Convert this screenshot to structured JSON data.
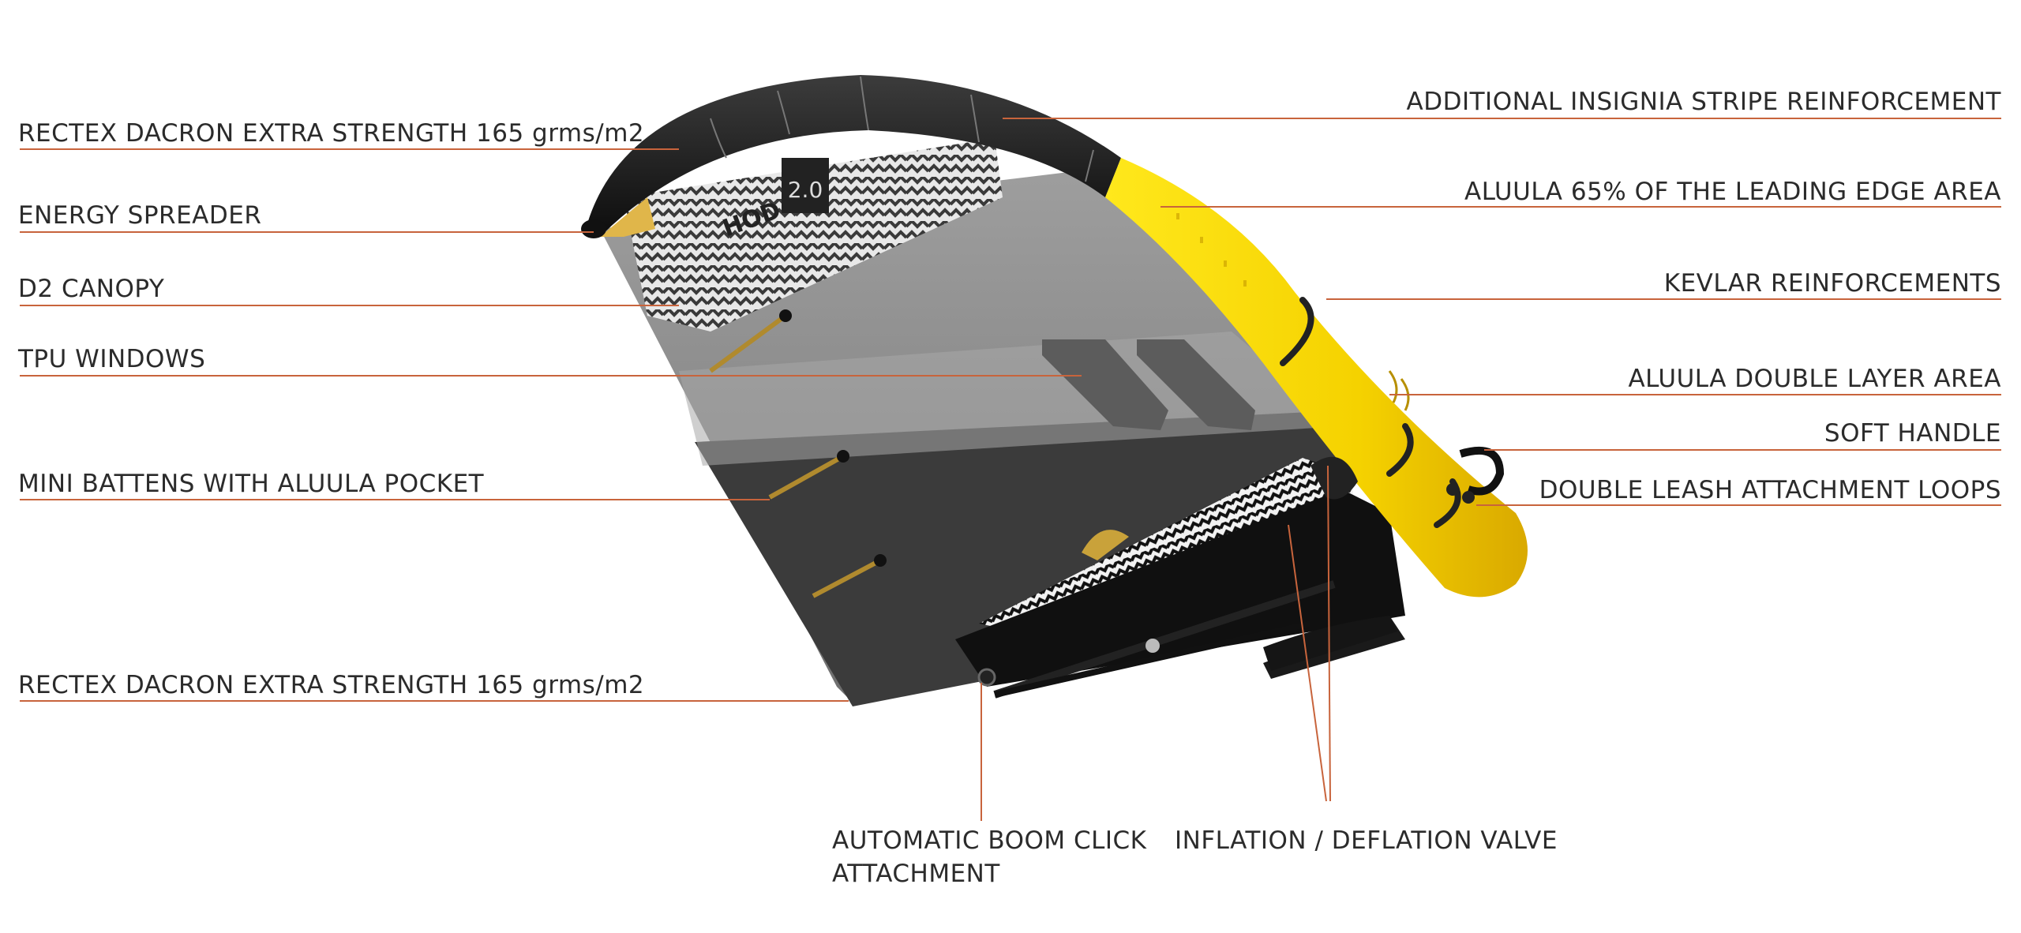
{
  "accent_color": "#c8643c",
  "callouts_left": [
    {
      "id": "rectex-top",
      "text": "RECTEX DACRON EXTRA STRENGTH 165 grms/m2"
    },
    {
      "id": "energy-spreader",
      "text": "ENERGY SPREADER"
    },
    {
      "id": "d2-canopy",
      "text": "D2 CANOPY"
    },
    {
      "id": "tpu-windows",
      "text": "TPU WINDOWS"
    },
    {
      "id": "mini-battens",
      "text": "MINI BATTENS WITH ALUULA POCKET"
    },
    {
      "id": "rectex-bottom",
      "text": "RECTEX DACRON EXTRA STRENGTH 165 grms/m2"
    }
  ],
  "callouts_right": [
    {
      "id": "insignia-stripe",
      "text": "ADDITIONAL INSIGNIA STRIPE REINFORCEMENT"
    },
    {
      "id": "aluula-65",
      "text": "ALUULA 65% OF THE LEADING EDGE AREA"
    },
    {
      "id": "kevlar",
      "text": "KEVLAR REINFORCEMENTS"
    },
    {
      "id": "aluula-double",
      "text": "ALUULA DOUBLE LAYER AREA"
    },
    {
      "id": "soft-handle",
      "text": "SOFT HANDLE"
    },
    {
      "id": "leash-loops",
      "text": "DOUBLE LEASH ATTACHMENT LOOPS"
    }
  ],
  "callouts_bottom": [
    {
      "id": "boom-click",
      "text": "AUTOMATIC BOOM CLICK\nATTACHMENT"
    },
    {
      "id": "valve",
      "text": "INFLATION / DEFLATION VALVE"
    }
  ],
  "wing": {
    "logo_text": "HOD",
    "size_text": "2.0",
    "colors": {
      "leading_edge_black": "#1c1c1c",
      "leading_edge_yellow": "#f7d708",
      "canopy_dark": "#3a3a3a",
      "canopy_mid": "#8c8c8c",
      "canopy_light": "#a9a9a9",
      "window": "#5e5e5e",
      "boom": "#141414"
    }
  }
}
